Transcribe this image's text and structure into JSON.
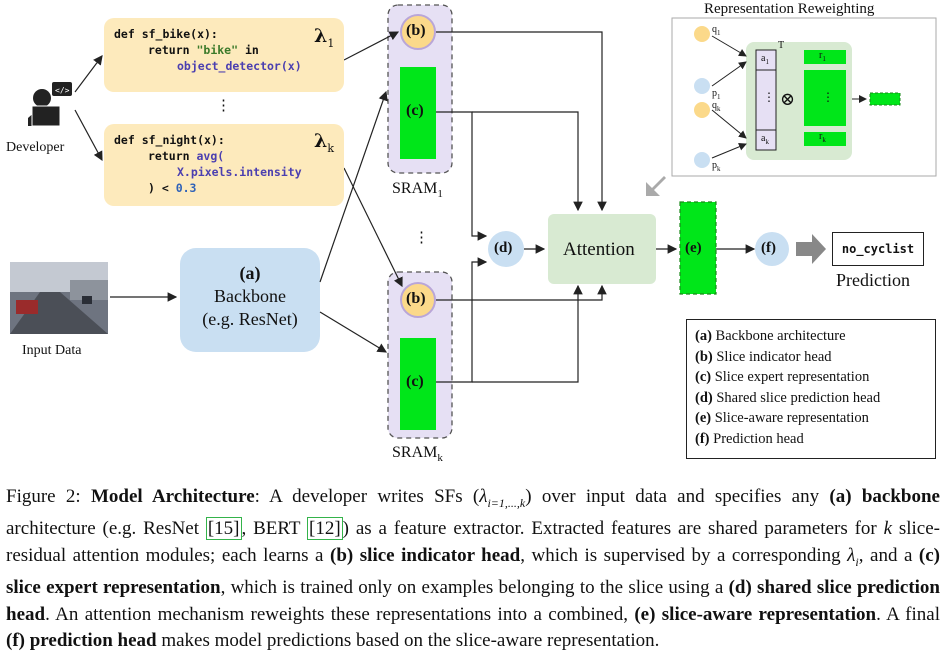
{
  "developer": {
    "label": "Developer"
  },
  "input": {
    "label": "Input Data"
  },
  "sf1": {
    "line1": "def sf_bike(x):",
    "line2a": "return ",
    "line2b": "\"bike\"",
    "line2c": " in",
    "line3": "object_detector(x)",
    "lambda": "λ",
    "lambda_sub": "1"
  },
  "sf_dots": "⋮",
  "sf2": {
    "line1": "def sf_night(x):",
    "line2a": "return ",
    "line2b": "avg(",
    "line3": "X.pixels.intensity",
    "line4a": ") < ",
    "line4b": "0.3",
    "lambda": "λ",
    "lambda_sub": "k"
  },
  "backbone": {
    "letter": "(a)",
    "name": "Backbone",
    "example": "(e.g. ResNet)"
  },
  "sram1": {
    "label": "SRAM",
    "sub": "1",
    "b": "(b)",
    "c": "(c)"
  },
  "sramk": {
    "label": "SRAM",
    "sub": "k",
    "b": "(b)",
    "c": "(c)"
  },
  "sram_dots": "⋮",
  "d_node": "(d)",
  "attention": "Attention",
  "e_node": "(e)",
  "f_node": "(f)",
  "prediction": {
    "value": "no_cyclist",
    "label": "Prediction"
  },
  "reweighting": {
    "title": "Representation Reweighting",
    "q1": "q",
    "q1s": "1",
    "p1": "p",
    "p1s": "1",
    "qk": "q",
    "qks": "k",
    "pk": "p",
    "pks": "k",
    "a1": "a",
    "a1s": "1",
    "ak": "a",
    "aks": "k",
    "r1": "r",
    "r1s": "1",
    "rk": "r",
    "rks": "k",
    "transpose": "T",
    "op": "⊗",
    "dots": "⋮"
  },
  "legend": [
    {
      "key": "(a)",
      "text": " Backbone architecture"
    },
    {
      "key": "(b)",
      "text": " Slice indicator head"
    },
    {
      "key": "(c)",
      "text": " Slice expert representation"
    },
    {
      "key": "(d)",
      "text": " Shared slice prediction head"
    },
    {
      "key": "(e)",
      "text": " Slice-aware representation"
    },
    {
      "key": "(f)",
      "text": " Prediction head"
    }
  ],
  "caption": {
    "fig": "Figure 2: ",
    "title": "Model Architecture",
    "t1": ": A developer writes SFs (",
    "math1": "λ",
    "math1_sub": "i=1,...,k",
    "t2": ") over input data and specifies any ",
    "a": "(a) backbone",
    "t3": " architecture (e.g. ResNet ",
    "cite1": "[15]",
    "t4": ", BERT ",
    "cite2": "[12]",
    "t5": ") as a feature extractor. Extracted features are shared parameters for ",
    "k": "k",
    "t6": " slice-residual attention modules; each learns a ",
    "b": "(b) slice indicator head",
    "t7": ", which is supervised by a corresponding ",
    "math2": "λ",
    "math2_sub": "i",
    "t8": ", and a ",
    "c": "(c) slice expert representation",
    "t9": ", which is trained only on examples belonging to the slice using a ",
    "d": "(d) shared slice prediction head",
    "t10": ".  An attention mechanism reweights these representations into a combined, ",
    "e": "(e) slice-aware representation",
    "t11": ". A final ",
    "f": "(f) prediction head",
    "t12": " makes model predictions based on the slice-aware representation."
  },
  "colors": {
    "code_bg": "#fdeabc",
    "backbone_bg": "#c9dff2",
    "sram_bg": "#e6e0f4",
    "node_b": "#fbd98a",
    "node_d": "#c9dff2",
    "attention_bg": "#d8ead2",
    "green": "#00e619"
  }
}
